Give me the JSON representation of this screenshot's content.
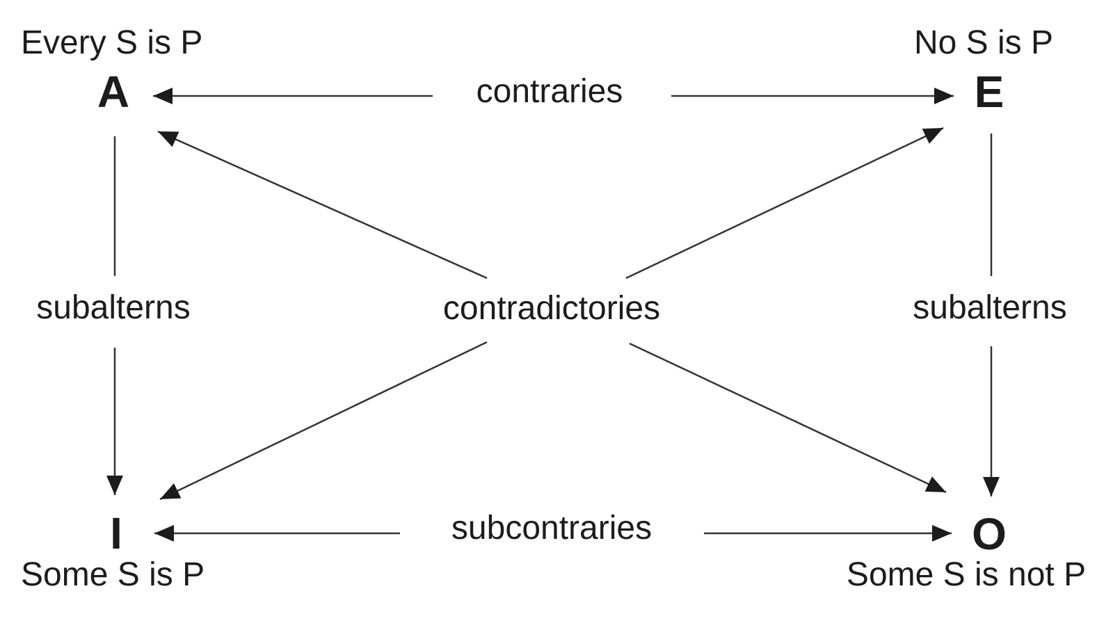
{
  "diagram": {
    "background_color": "#ffffff",
    "text_color": "#1c1c1c",
    "line_color": "#333333",
    "nodes": {
      "A": {
        "letter": "A",
        "statement": "Every S is P"
      },
      "E": {
        "letter": "E",
        "statement": "No S is P"
      },
      "I": {
        "letter": "I",
        "statement": "Some S is P"
      },
      "O": {
        "letter": "O",
        "statement": "Some S is not P"
      }
    },
    "relations": {
      "contraries": "contraries",
      "contradictories": "contradictories",
      "subalterns_left": "subalterns",
      "subalterns_right": "subalterns",
      "subcontraries": "subcontraries"
    }
  }
}
